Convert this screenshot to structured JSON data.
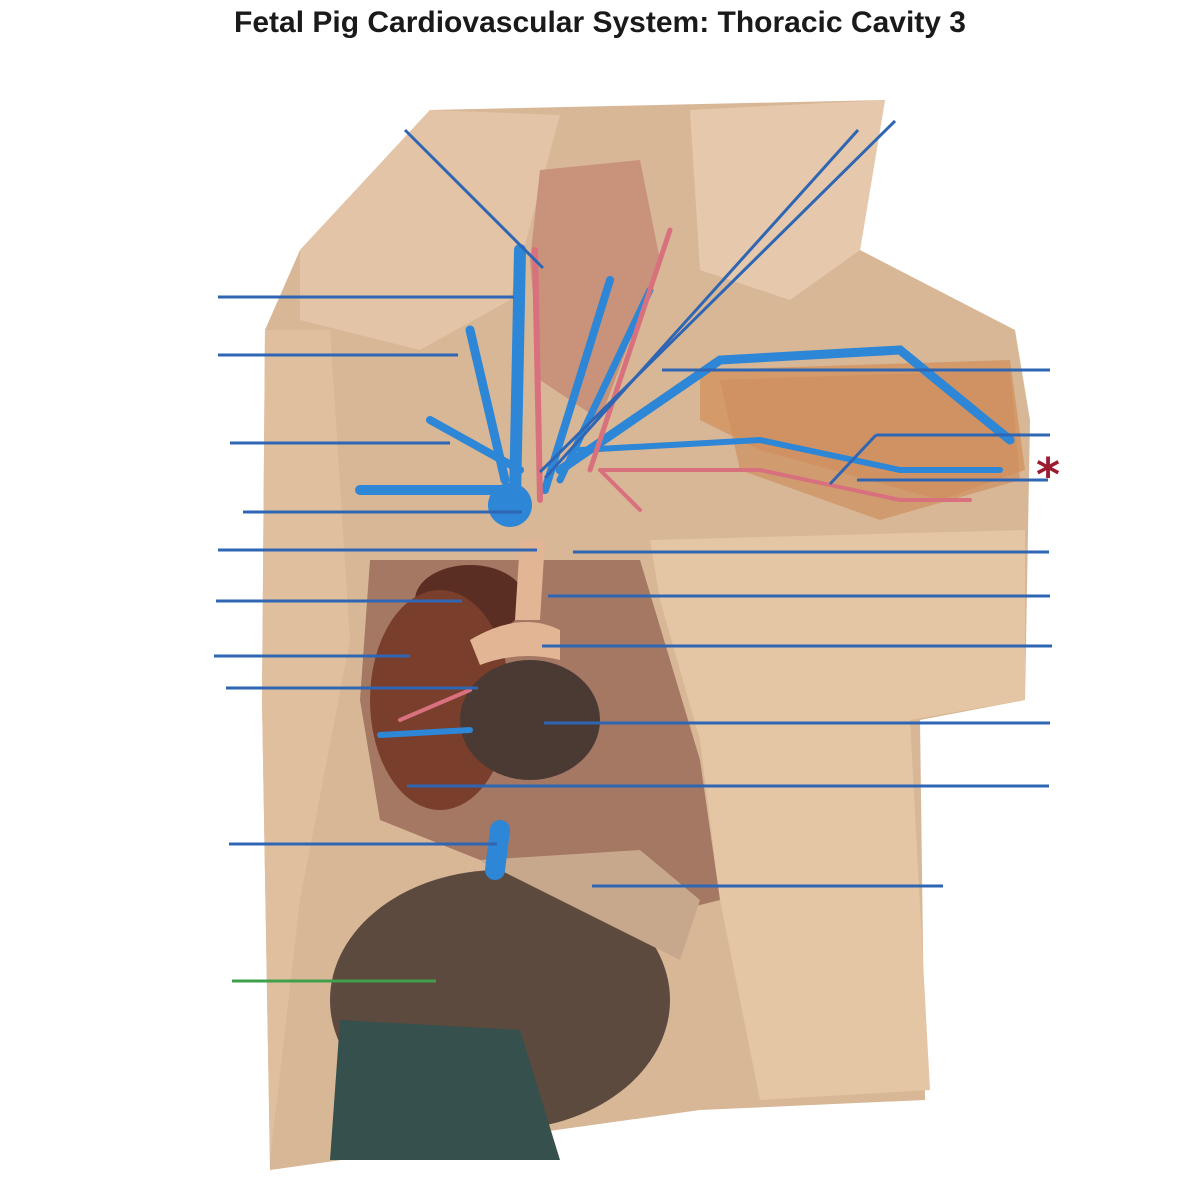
{
  "title": "Fetal Pig Cardiovascular System: Thoracic Cavity 3",
  "asterisk": "*",
  "colors": {
    "leader_line": "#2f66b3",
    "leader_line_special": "#3f9f4a",
    "asterisk": "#9b1b30",
    "vessel_blue": "#2d86d6",
    "vessel_red": "#d9707e",
    "skin": "#d9b898",
    "heart": "#6e3b2a",
    "liver": "#5b4a3e"
  },
  "leaders": [
    {
      "side": "left",
      "target": "vessel"
    },
    {
      "side": "left",
      "target": "vessel"
    },
    {
      "side": "left",
      "target": "vessel"
    },
    {
      "side": "left",
      "target": "vessel"
    },
    {
      "side": "left",
      "target": "vessel"
    },
    {
      "side": "left",
      "target": "heart"
    },
    {
      "side": "left",
      "target": "heart"
    },
    {
      "side": "left",
      "target": "heart"
    },
    {
      "side": "left",
      "target": "vessel"
    },
    {
      "side": "left",
      "target": "liver",
      "highlight": true
    },
    {
      "side": "top",
      "target": "vessel"
    },
    {
      "side": "top",
      "target": "vessel"
    },
    {
      "side": "right",
      "target": "vessel"
    },
    {
      "side": "right",
      "target": "vessel"
    },
    {
      "side": "right",
      "target": "vessel",
      "asterisk": true
    },
    {
      "side": "right",
      "target": "vessel"
    },
    {
      "side": "right",
      "target": "vessel"
    },
    {
      "side": "right",
      "target": "heart"
    },
    {
      "side": "right",
      "target": "heart"
    },
    {
      "side": "right",
      "target": "heart"
    },
    {
      "side": "right",
      "target": "diaphragm"
    }
  ]
}
